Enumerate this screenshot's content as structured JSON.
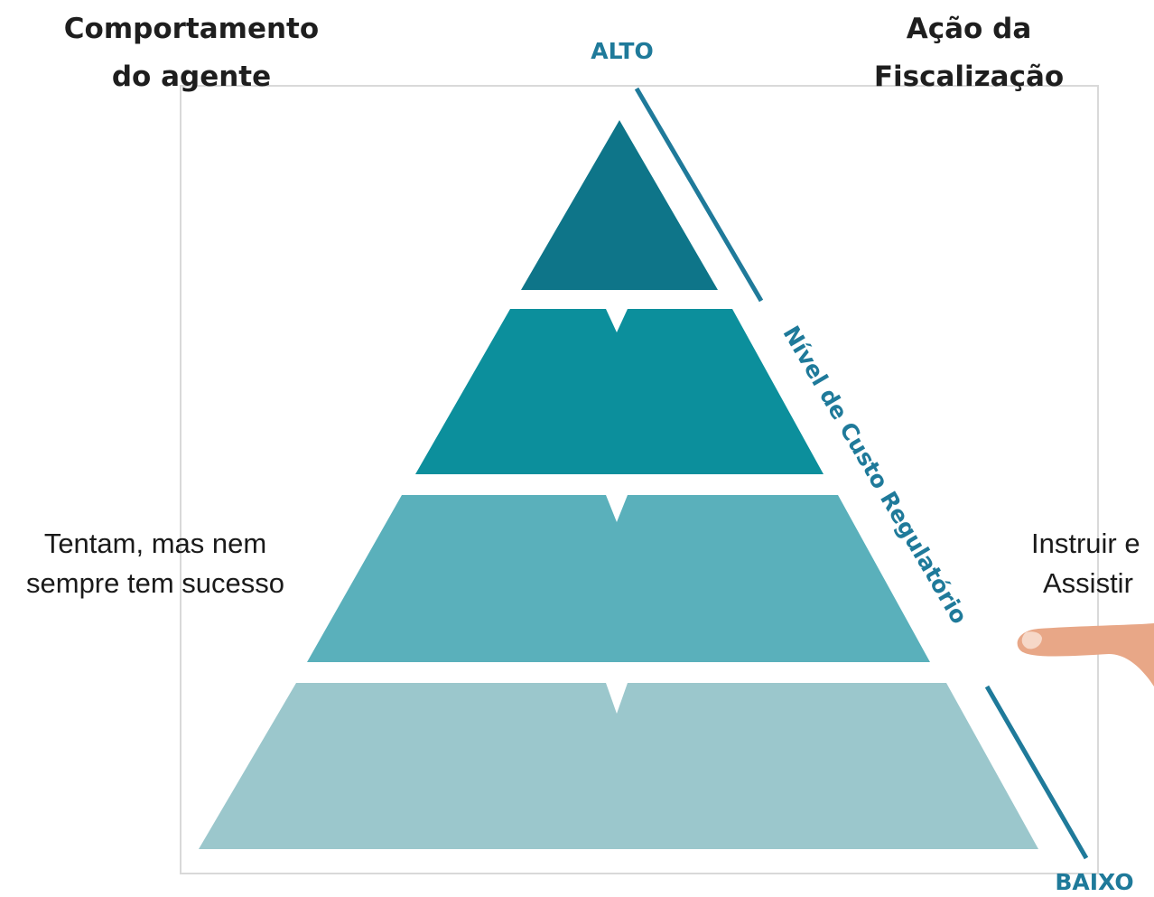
{
  "headers": {
    "left": [
      "Comportamento",
      "do agente"
    ],
    "right": [
      "Ação da",
      "Fiscalização"
    ]
  },
  "scale": {
    "top": "ALTO",
    "bottom": "BAIXO",
    "axis_label": "Nível de Custo Regulatório"
  },
  "side_labels": {
    "left": [
      "Tentam, mas nem",
      "sempre tem sucesso"
    ],
    "right": [
      "Instruir e",
      "Assistir"
    ]
  },
  "colors": {
    "tier1": "#0e7589",
    "tier2": "#0c8f9c",
    "tier3": "#5ab0bb",
    "tier4": "#9bc7cc",
    "axis": "#1f7a9a",
    "frame": "#d9d9d9"
  }
}
